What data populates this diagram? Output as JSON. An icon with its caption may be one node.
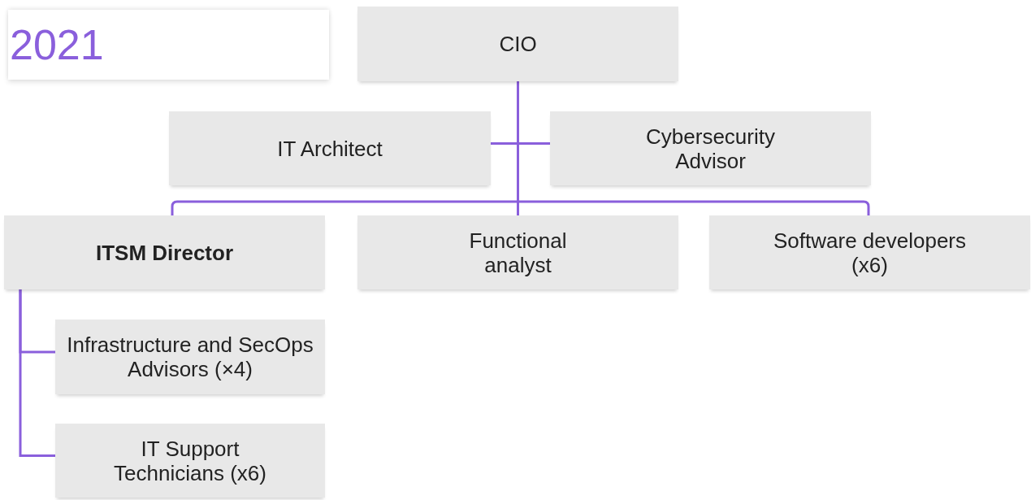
{
  "diagram": {
    "title": "2021",
    "nodes": [
      {
        "text": [
          "CIO"
        ]
      },
      {
        "text": [
          "IT Architect"
        ]
      },
      {
        "text": [
          "Cybersecurity Advisor"
        ]
      },
      {
        "text": [
          "ITSM Director"
        ]
      },
      {
        "text": [
          "Functional analyst"
        ]
      },
      {
        "text": [
          "Software developers (x6)"
        ]
      },
      {
        "text": [
          "Infrastructure and SecOps Advisors (×4)"
        ]
      },
      {
        "text": [
          "IT Support Technicians (x6)"
        ]
      }
    ],
    "edges": [
      {
        "from": 0,
        "to": 1,
        "arrow": "none"
      },
      {
        "from": 0,
        "to": 2,
        "arrow": "none"
      },
      {
        "from": 0,
        "to": 3,
        "arrow": "none"
      },
      {
        "from": 0,
        "to": 4,
        "arrow": "none"
      },
      {
        "from": 0,
        "to": 5,
        "arrow": "none"
      },
      {
        "from": 3,
        "to": 6,
        "arrow": "none"
      },
      {
        "from": 3,
        "to": 7,
        "arrow": "none"
      }
    ]
  }
}
